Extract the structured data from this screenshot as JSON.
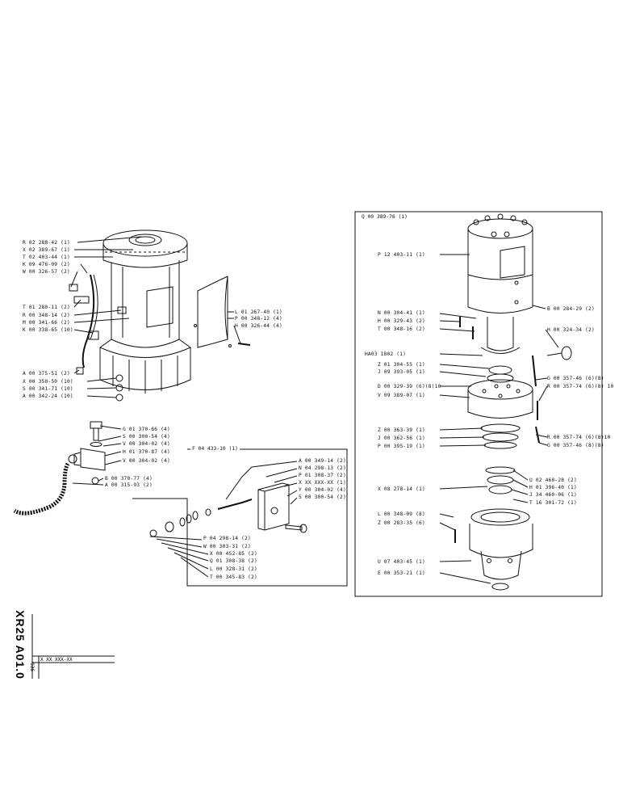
{
  "left_assembly": {
    "labels": [
      "R 02 288-42 (1)",
      "X 02 389-67 (1)",
      "T 02 403-44 (1)",
      "K 09 476-09 (2)",
      "W 00 326-57 (2)",
      "T 01 280-11 (2)",
      "R 00 348-14 (2)",
      "M 00 341-66 (2)",
      "K 00 338-65 (10)",
      "A 00 375-51 (2)",
      "X 00 350-50 (10)",
      "S 00 341-71 (10)",
      "A 00 342-24 (10)"
    ],
    "cover_labels": [
      "L 01 267-40 (1)",
      "P 00 348-12 (4)",
      "H 00 326-44 (4)"
    ]
  },
  "valve_assembly": {
    "labels": [
      "G 01 370-66 (4)",
      "S 00 300-54 (4)",
      "V 00 304-02 (4)",
      "H 01 370-87 (4)",
      "V 00 304-02 (4)",
      "B 00 370-77 (4)",
      "A 00 315-93 (2)"
    ]
  },
  "sub_group": {
    "title": "F 04 433-10 (1)",
    "right_labels": [
      "A 00 349-14 (2)",
      "N 04 298-13 (2)",
      "P 01 308-37 (2)",
      "X XX XXX-XX (1)",
      "Y 00 304-02 (4)",
      "S 00 300-54 (2)"
    ],
    "bottom_labels": [
      "P 04 298-14 (2)",
      "W 00 303-31 (2)",
      "X 00 452-85 (2)",
      "Q 01 308-38 (2)",
      "L 00 328-31 (2)",
      "T 00 345-83 (2)"
    ]
  },
  "right_group": {
    "title": "Q 00 389-76 (1)",
    "left_labels": [
      "P 12 403-11 (1)",
      "N 00 304-41 (1)",
      "H 00 329-43 (2)",
      "T 00 348-16 (2)",
      "HA03 1802 (1)",
      "Z 01 304-55 (1)",
      "J 09 393-05 (1)",
      "D 00 329-39 (6)(8)10",
      "V 09 389-07 (1)",
      "Z 00 363-39 (1)",
      "J 00 362-56 (1)",
      "P 00 395-19 (1)",
      "X 08 278-14 (1)",
      "L 00 348-09 (8)",
      "Z 00 283-35 (6)",
      "U 07 403-45 (1)",
      "E 00 353-21 (1)"
    ],
    "right_labels": [
      "B 00 284-29 (2)",
      "H 00 324-34 (2)",
      "G 00 357-46 (6)(8)",
      "R 00 357-74 (6)(8) 10",
      "R 00 357-74 (6)(8)10",
      "G 00 357-46 (8)(8)",
      "U 02 460-28 (2)",
      "H 01 396-40 (1)",
      "J 34 460-06 (1)",
      "T 16 301-72 (1)"
    ]
  },
  "footer": {
    "model": "XR25 A01.0",
    "page_no": "936",
    "ref_code": "X XX XXX-XX"
  }
}
